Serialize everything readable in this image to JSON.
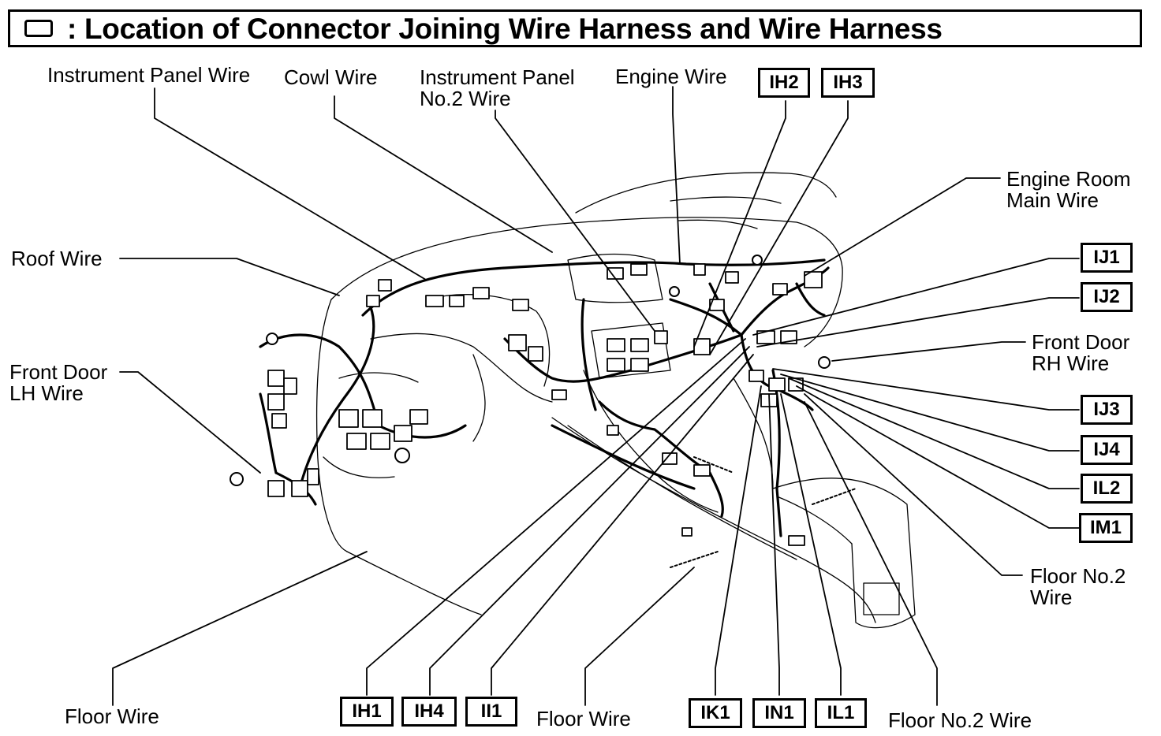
{
  "title": ": Location of Connector Joining Wire Harness and Wire Harness",
  "icons": {
    "title_icon": "rectangle-icon"
  },
  "labels": {
    "instrument_panel_wire": "Instrument Panel Wire",
    "cowl_wire": "Cowl Wire",
    "instrument_panel_no2_line1": "Instrument Panel",
    "instrument_panel_no2_line2": "No.2 Wire",
    "engine_wire": "Engine Wire",
    "engine_room_main_line1": "Engine Room",
    "engine_room_main_line2": "Main Wire",
    "roof_wire": "Roof Wire",
    "front_door_lh_line1": "Front Door",
    "front_door_lh_line2": "LH Wire",
    "front_door_rh_line1": "Front Door",
    "front_door_rh_line2": "RH Wire",
    "floor_no2_line1": "Floor No.2",
    "floor_no2_line2": "Wire",
    "floor_wire_left": "Floor Wire",
    "floor_wire_mid": "Floor Wire",
    "floor_no2_wire_bottom": "Floor No.2 Wire"
  },
  "connectors": {
    "ih2": "IH2",
    "ih3": "IH3",
    "ij1": "IJ1",
    "ij2": "IJ2",
    "ij3": "IJ3",
    "ij4": "IJ4",
    "il2": "IL2",
    "im1": "IM1",
    "ih1": "IH1",
    "ih4": "IH4",
    "ii1": "II1",
    "ik1": "IK1",
    "in1": "IN1",
    "il1": "IL1"
  }
}
